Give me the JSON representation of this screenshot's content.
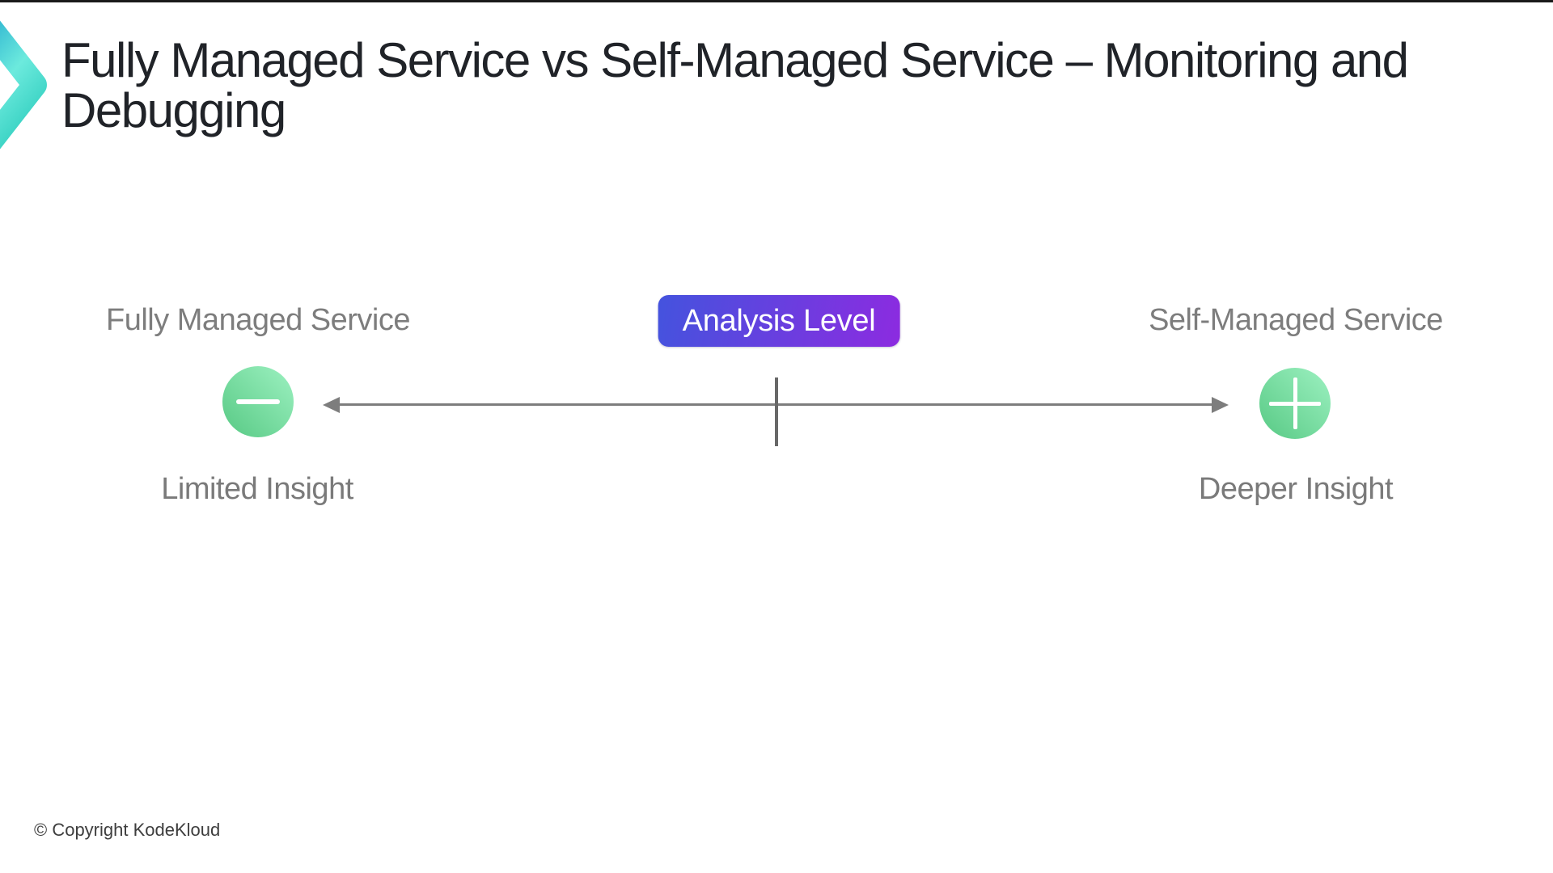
{
  "slide": {
    "background": "#ffffff",
    "top_bar_color": "#1a1a1a"
  },
  "header": {
    "title_lines": [
      "Fully Managed Service vs Self-Managed Service – Monitoring and",
      "Debugging"
    ],
    "title_color": "#202328",
    "chevron_gradient": [
      "#31b7d2",
      "#6ceadd",
      "#3bd3c4"
    ]
  },
  "diagram": {
    "left": {
      "title": "Fully Managed Service",
      "caption": "Limited Insight",
      "icon": "minus"
    },
    "right": {
      "title": "Self-Managed Service",
      "caption": "Deeper Insight",
      "icon": "plus"
    },
    "center_badge": {
      "label": "Analysis Level",
      "gradient_from": "#4453de",
      "gradient_to": "#8c2be0",
      "text_color": "#ffffff"
    },
    "endpoint_circle_gradient_from": "#9df1c1",
    "endpoint_circle_gradient_to": "#57c984",
    "axis_color": "#7d7d7d",
    "tick_color": "#686868",
    "label_color": "#7d7d7d"
  },
  "footer": {
    "copyright": "© Copyright KodeKloud"
  }
}
